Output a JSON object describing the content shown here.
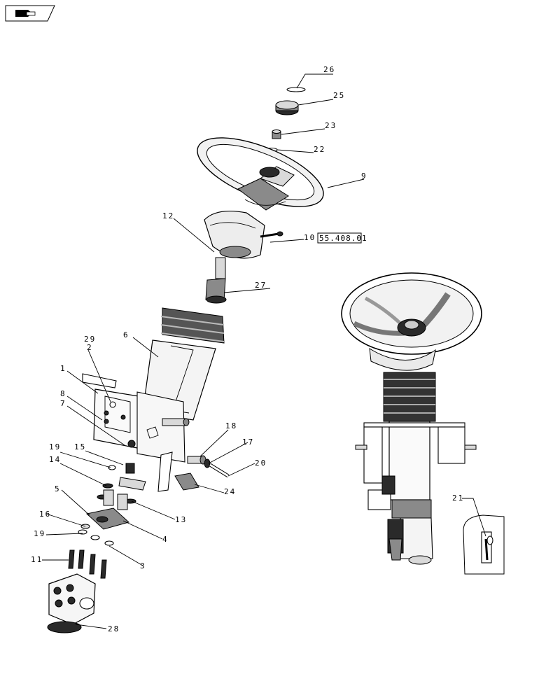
{
  "nav_icon": "page-flip-icon",
  "reference_box": "55.408.01",
  "callouts": {
    "c26": "26",
    "c25": "25",
    "c23": "23",
    "c22": "22",
    "c9": "9",
    "c12": "12",
    "c10": "10",
    "c27": "27",
    "c6": "6",
    "c29": "29",
    "c2": "2",
    "c1": "1",
    "c8": "8",
    "c7": "7",
    "c18": "18",
    "c17": "17",
    "c20": "20",
    "c19a": "19",
    "c15": "15",
    "c14": "14",
    "c5": "5",
    "c13": "13",
    "c24": "24",
    "c16": "16",
    "c4": "4",
    "c19b": "19",
    "c11": "11",
    "c3": "3",
    "c28": "28",
    "c21": "21"
  }
}
